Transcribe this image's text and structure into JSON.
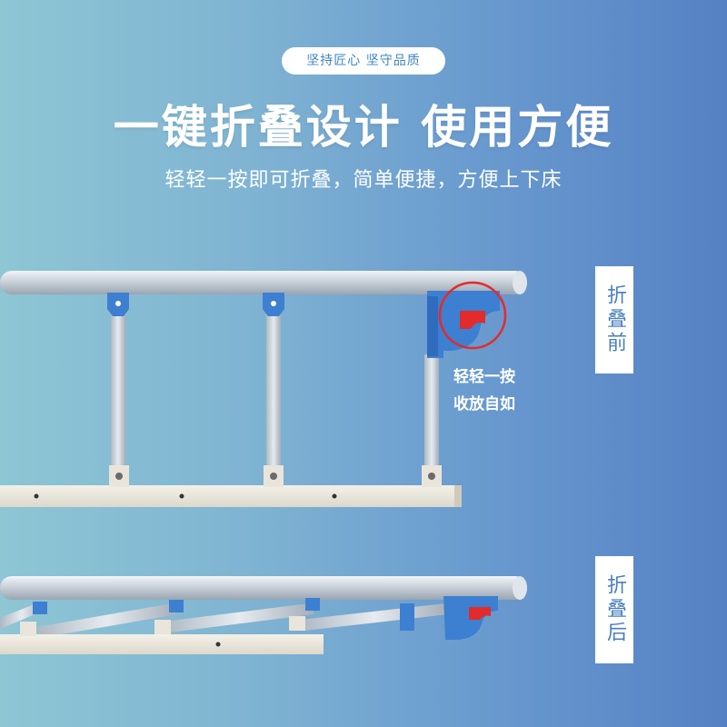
{
  "badge": "坚持匠心 坚守品质",
  "title": "一键折叠设计 使用方便",
  "subtitle": "轻轻一按即可折叠，简单便捷，方便上下床",
  "callout": {
    "line1": "轻轻一按",
    "line2": "收放自如"
  },
  "labels": {
    "before": "折叠前",
    "after": "折叠后"
  },
  "colors": {
    "accent_blue": "#3f86c6",
    "highlight_red": "#e32b2b",
    "bracket_blue": "#3d7fd0"
  }
}
